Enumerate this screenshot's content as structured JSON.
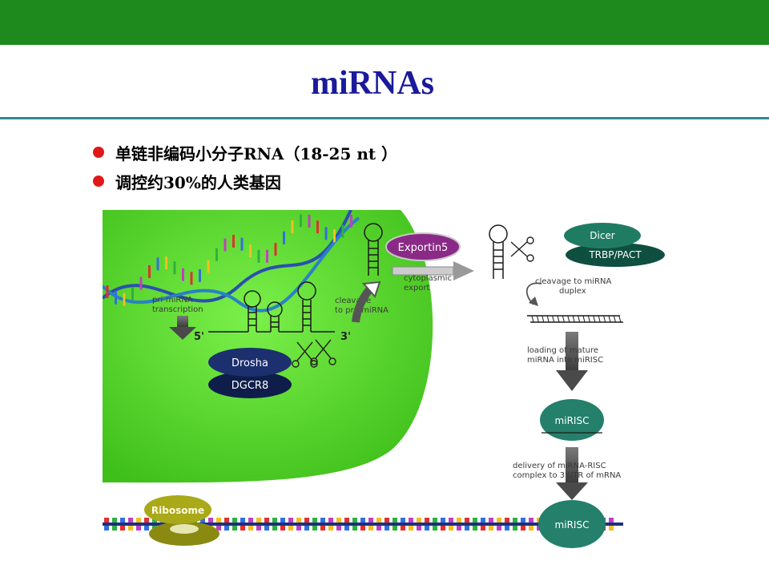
{
  "slide": {
    "title": "miRNAs",
    "bullets": [
      "单链非编码小分子RNA（18-25 nt ）",
      "调控约30%的人类基因"
    ]
  },
  "diagram": {
    "labels": {
      "pri_mirna": [
        "pri-miRNA",
        "transcription"
      ],
      "five_prime": "5'",
      "three_prime": "3'",
      "drosha": "Drosha",
      "dgcr8": "DGCR8",
      "cleavage_pre": [
        "cleavage",
        "to pre-miRNA"
      ],
      "exportin": "Exportin5",
      "cyto_export": [
        "cytoplasmic",
        "export"
      ],
      "dicer": "Dicer",
      "trbp": "TRBP/PACT",
      "cleavage_duplex": [
        "cleavage to miRNA",
        "duplex"
      ],
      "loading": [
        "loading of mature",
        "miRNA into miRISC"
      ],
      "mirisc_1": "miRISC",
      "delivery": [
        "delivery of miRNA-RISC",
        "complex to 3'UTR of mRNA"
      ],
      "ribosome": "Ribosome",
      "mirisc_2": "miRISC"
    }
  },
  "colors": {
    "top_bar": "#1e8a1e",
    "rule": "#2e8b8b",
    "title": "#1a1a9a",
    "bullet_dot": "#e01818",
    "nucleus": "#55dd2c",
    "drosha": "#1c2f6e",
    "exportin": "#8a2a86",
    "dicer": "#1f7c63",
    "mirisc": "#24806b",
    "ribosome": "#a9a919"
  }
}
